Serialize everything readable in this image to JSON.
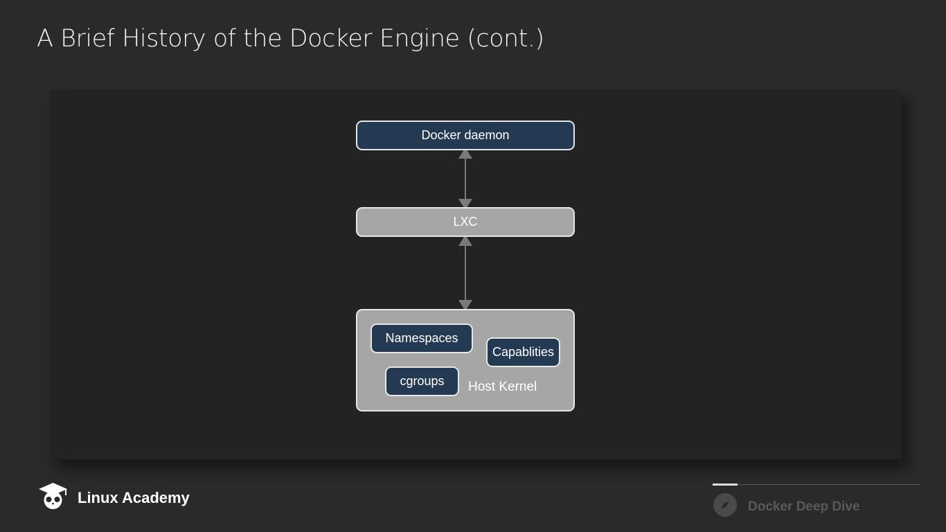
{
  "slide": {
    "title": "A Brief History of the Docker Engine (cont.)"
  },
  "diagram": {
    "docker_daemon": "Docker daemon",
    "lxc": "LXC",
    "host_kernel": {
      "label": "Host Kernel",
      "components": {
        "namespaces": "Namespaces",
        "capabilities": "Capablities",
        "cgroups": "cgroups"
      }
    },
    "colors": {
      "dark_node": "#243a52",
      "grey_node": "#a6a6a6",
      "border": "#e8e8e8",
      "arrow": "#7a7a7a"
    }
  },
  "footer": {
    "brand": "Linux Academy",
    "brand_icon": "owl-graduation-cap-icon",
    "course": "Docker Deep Dive",
    "course_icon": "compass-icon",
    "progress": 0.12
  }
}
